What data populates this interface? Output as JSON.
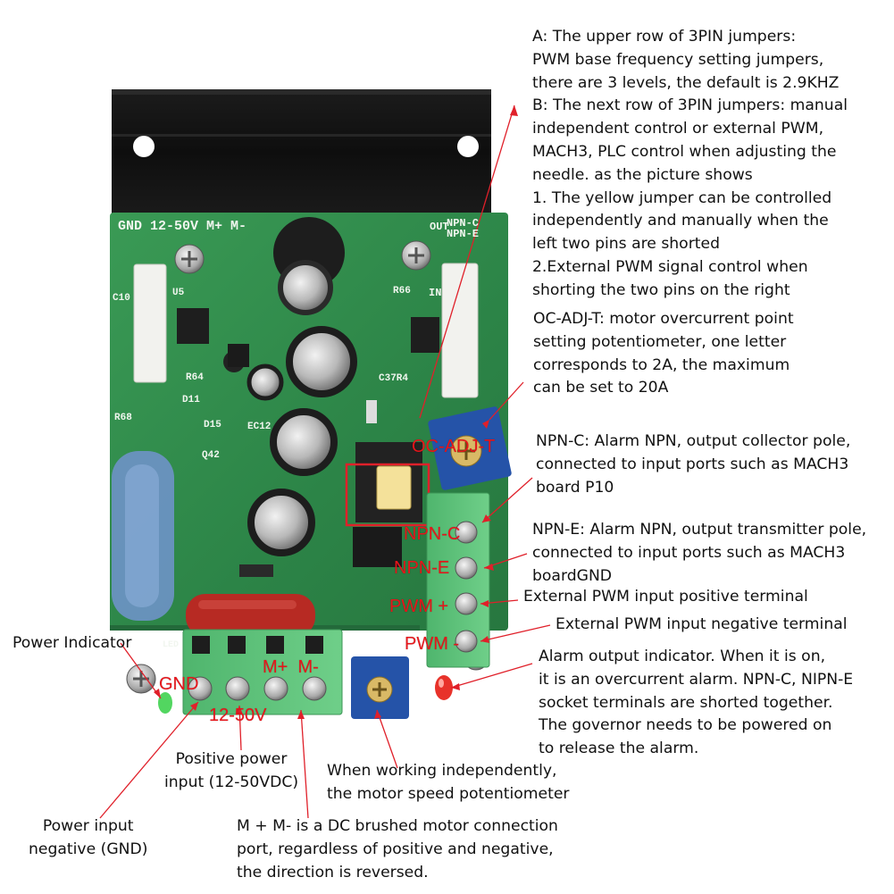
{
  "annotations": {
    "jumpers": "A: The upper row of 3PIN jumpers:\nPWM base frequency setting jumpers,\nthere are 3 levels, the default is 2.9KHZ\nB: The next row of 3PIN jumpers: manual\nindependent control or external PWM,\nMACH3, PLC control when adjusting the\nneedle. as the picture shows\n1. The yellow jumper can be controlled\nindependently and manually when the\nleft two pins are shorted\n2.External PWM signal control when\nshorting the two pins on the right",
    "oc_adj": "OC-ADJ-T: motor overcurrent point\nsetting potentiometer, one letter\ncorresponds to 2A, the maximum\ncan be set to 20A",
    "npn_c": "NPN-C: Alarm NPN, output collector pole,\nconnected to input ports such as MACH3\nboard P10",
    "npn_e": "NPN-E: Alarm NPN, output transmitter pole,\nconnected to input ports such as MACH3\nboardGND",
    "pwm_pos": "External PWM input positive terminal",
    "pwm_neg": "External PWM input negative terminal",
    "alarm": "Alarm output indicator. When it is on,\nit is an overcurrent alarm. NPN-C, NIPN-E\nsocket terminals are shorted together.\nThe governor needs to be powered on\nto release the alarm.",
    "power_indicator": "Power Indicator",
    "positive_power": "Positive power\ninput (12-50VDC)",
    "speed_pot": "When working independently,\nthe motor speed potentiometer",
    "power_neg": "Power input\nnegative (GND)",
    "motor_port": "M + M- is a DC brushed motor connection\nport, regardless of positive and negative,\nthe direction is reversed."
  },
  "red_labels": {
    "oc_adj": "OC-ADJ-T",
    "npn_c": "NPN-C",
    "npn_e": "NPN-E",
    "pwm_pos": "PWM +",
    "pwm_neg": "PWM -",
    "motor": "M+  M-",
    "gnd": "GND",
    "voltage": "12-50V"
  },
  "silkscreen": {
    "top_left": "GND 12-50V M+ M-",
    "top_right": "NPN-C\nNPN-E",
    "out": "OUT",
    "in": "IN",
    "u5": "U5",
    "r66": "R66",
    "r64": "R64",
    "d11": "D11",
    "d15": "D15",
    "ec12": "EC12",
    "q42": "Q42",
    "c37": "C37R4",
    "r68": "R68",
    "c10": "C10",
    "led": "LED"
  },
  "colors": {
    "pcb": "#2f8a4a",
    "heatsink": "#141414",
    "terminal": "#5cc17a",
    "annotation_red": "#e8141a",
    "pointer": "#e0202a"
  }
}
